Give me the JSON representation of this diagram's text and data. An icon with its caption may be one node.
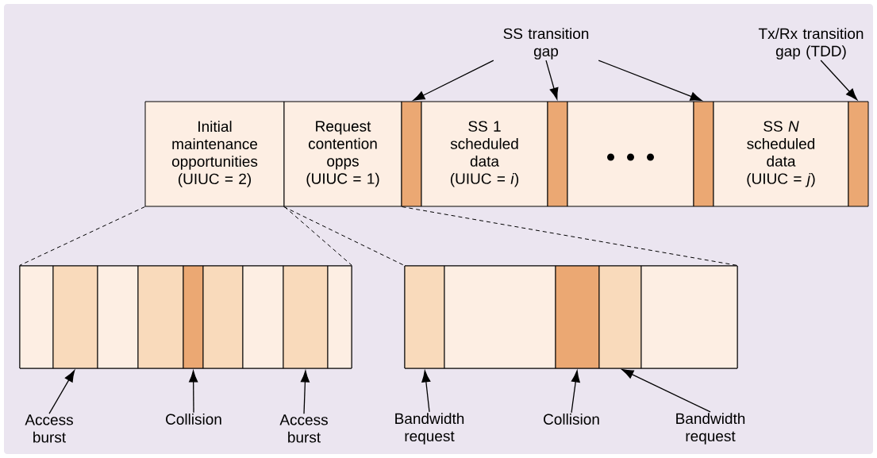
{
  "diagram": {
    "nodes": [
      {
        "text": [
          "Initial maintenance opportunities (UIUC = 2)"
        ]
      },
      {
        "text": [
          "Request contention opps (UIUC = 1)"
        ]
      },
      {
        "text": [],
        "shape": "bar"
      },
      {
        "text": [
          "SS 1 scheduled data (UIUC = *i*)"
        ]
      },
      {
        "text": [],
        "shape": "bar"
      },
      {
        "text": [],
        "shape": "bar"
      },
      {
        "text": [],
        "shape": "bar"
      },
      {
        "text": [
          "SS *N* scheduled data (UIUC = *j*)"
        ]
      },
      {
        "text": [],
        "shape": "bar"
      },
      {
        "text": [],
        "shape": "bar"
      },
      {
        "text": [],
        "shape": "bar",
        "in": 9
      },
      {
        "text": [],
        "shape": "bar",
        "in": 9
      },
      {
        "text": [],
        "shape": "bar",
        "in": 9
      },
      {
        "text": [],
        "shape": "bar",
        "in": 9
      },
      {
        "text": [],
        "shape": "bar",
        "in": 9
      },
      {
        "text": [],
        "shape": "bar",
        "in": 9
      },
      {
        "text": [],
        "shape": "bar",
        "in": 9
      },
      {
        "text": [],
        "shape": "bar",
        "in": 9
      },
      {
        "text": [],
        "shape": "bar",
        "in": 9
      },
      {
        "text": [],
        "shape": "bar"
      },
      {
        "text": [],
        "shape": "bar",
        "in": 19
      },
      {
        "text": [],
        "shape": "bar",
        "in": 19
      },
      {
        "text": [],
        "shape": "bar",
        "in": 19
      },
      {
        "text": [],
        "shape": "bar",
        "in": 19
      },
      {
        "text": [],
        "shape": "bar",
        "in": 19
      },
      {
        "text": [
          "SS transition gap"
        ]
      },
      {
        "text": [
          "Tx/Rx transition gap (TDD)"
        ]
      },
      {
        "text": [
          "Access burst"
        ]
      },
      {
        "text": [
          "Collision"
        ]
      },
      {
        "text": [
          "Access burst"
        ]
      },
      {
        "text": [
          "Bandwidth request"
        ]
      },
      {
        "text": [
          "Collision"
        ]
      },
      {
        "text": [
          "Bandwidth request"
        ]
      }
    ],
    "edges": [
      {
        "from": 25,
        "to": 2,
        "arrow": "to"
      },
      {
        "from": 25,
        "to": 4,
        "arrow": "to"
      },
      {
        "from": 25,
        "to": 6,
        "arrow": "to"
      },
      {
        "from": 26,
        "to": 8,
        "arrow": "to"
      },
      {
        "from": 27,
        "to": 11,
        "arrow": "to"
      },
      {
        "from": 28,
        "to": 14,
        "arrow": "to"
      },
      {
        "from": 29,
        "to": 17,
        "arrow": "to"
      },
      {
        "from": 30,
        "to": 20,
        "arrow": "to"
      },
      {
        "from": 31,
        "to": 22,
        "arrow": "to"
      },
      {
        "from": 32,
        "to": 23,
        "arrow": "to"
      },
      {
        "from": 0,
        "to": 9,
        "arrow": "none",
        "style": "dashed"
      },
      {
        "from": 0,
        "to": 9,
        "arrow": "none",
        "style": "dashed"
      },
      {
        "from": 1,
        "to": 19,
        "arrow": "none",
        "style": "dashed"
      },
      {
        "from": 1,
        "to": 19,
        "arrow": "none",
        "style": "dashed"
      }
    ]
  }
}
